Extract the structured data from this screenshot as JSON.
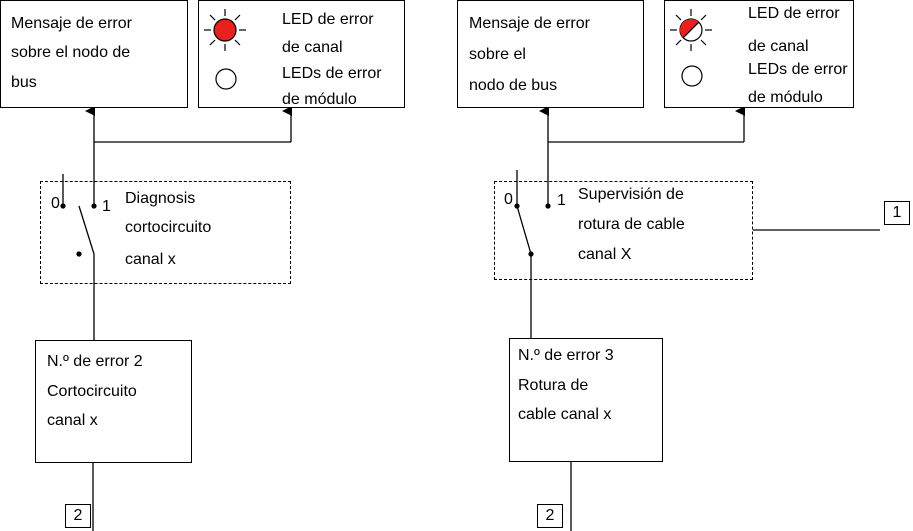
{
  "left": {
    "bus_node_box": {
      "line1": "Mensaje de error",
      "line2": "sobre el nodo de",
      "line3": "bus"
    },
    "led_box": {
      "channel_led_line1": "LED de error",
      "channel_led_line2": "de canal",
      "module_led_line1": "LEDs de error",
      "module_led_line2": "de módulo"
    },
    "switch_box": {
      "pos0": "0",
      "pos1": "1",
      "line1": "Diagnosis",
      "line2": "cortocircuito",
      "line3": "canal x"
    },
    "error_box": {
      "line1": "N.º de error 2",
      "line2": "Cortocircuito",
      "line3": "canal x"
    },
    "ref_label": "2"
  },
  "right": {
    "bus_node_box": {
      "line1": "Mensaje de error",
      "line2": "sobre el",
      "line3": "nodo de bus"
    },
    "led_box": {
      "channel_led_line1": "LED de error",
      "channel_led_line2": "de canal",
      "module_led_line1": "LEDs de error",
      "module_led_line2": "de módulo"
    },
    "switch_box": {
      "pos0": "0",
      "pos1": "1",
      "line1": "Supervisión de",
      "line2": "rotura de cable",
      "line3": "canal X"
    },
    "error_box": {
      "line1": "N.º de error 3",
      "line2": "Rotura de",
      "line3": "cable canal x"
    },
    "ref_label": "2",
    "side_ref_label": "1"
  },
  "colors": {
    "led_on": "#e8201e",
    "led_off": "#ffffff",
    "line": "#000000"
  }
}
